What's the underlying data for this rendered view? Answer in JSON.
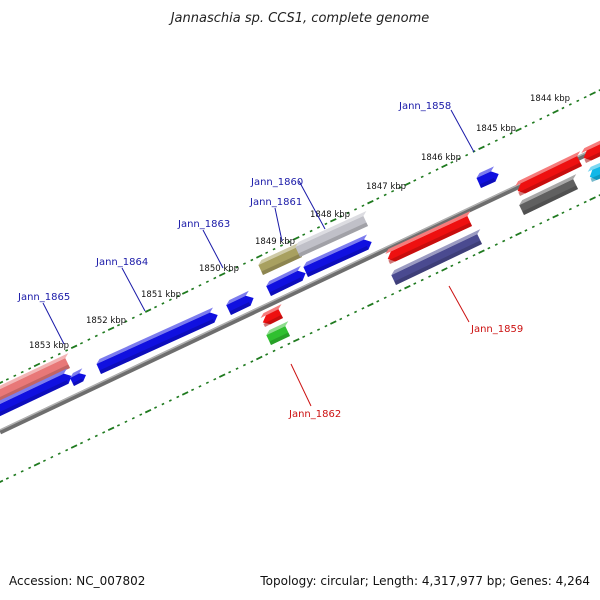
{
  "title": "Jannaschia sp. CCS1, complete genome",
  "footer": {
    "accession": "Accession: NC_007802",
    "topology": "Topology: circular; Length: 4,317,977 bp; Genes: 4,264"
  },
  "colors": {
    "backbone": "#8a8a8a",
    "tick": "#1f7a1f",
    "label_forward": "#1a1aa8",
    "label_reverse": "#cc1111"
  },
  "kbp_labels": [
    "1853 kbp",
    "1852 kbp",
    "1851 kbp",
    "1850 kbp",
    "1849 kbp",
    "1848 kbp",
    "1847 kbp",
    "1846 kbp",
    "1845 kbp",
    "1844 kbp"
  ],
  "gene_labels": {
    "forward": [
      "Jann_1865",
      "Jann_1864",
      "Jann_1863",
      "Jann_1861",
      "Jann_1860",
      "Jann_1858"
    ],
    "reverse": [
      "Jann_1862",
      "Jann_1859"
    ]
  },
  "features": [
    {
      "id": "f1",
      "color": "#e87878"
    },
    {
      "id": "f2",
      "color": "#1010e0"
    },
    {
      "id": "f3",
      "color": "#1010e0"
    },
    {
      "id": "f4",
      "color": "#1010e0"
    },
    {
      "id": "f5",
      "color": "#1010e0"
    },
    {
      "id": "f6",
      "color": "#a8a060"
    },
    {
      "id": "f7",
      "color": "#1010e0"
    },
    {
      "id": "f8",
      "color": "#c0c0c8"
    },
    {
      "id": "f9",
      "color": "#1010e0"
    },
    {
      "id": "f10",
      "color": "#ee1010"
    },
    {
      "id": "f11",
      "color": "#4a4a90"
    },
    {
      "id": "f12",
      "color": "#1010e0"
    },
    {
      "id": "f13",
      "color": "#ee1010"
    },
    {
      "id": "f14",
      "color": "#606060"
    },
    {
      "id": "f15",
      "color": "#ee1010"
    },
    {
      "id": "f16",
      "color": "#10b8e8"
    },
    {
      "id": "f17",
      "color": "#ee1010"
    },
    {
      "id": "f18",
      "color": "#30c030"
    }
  ]
}
